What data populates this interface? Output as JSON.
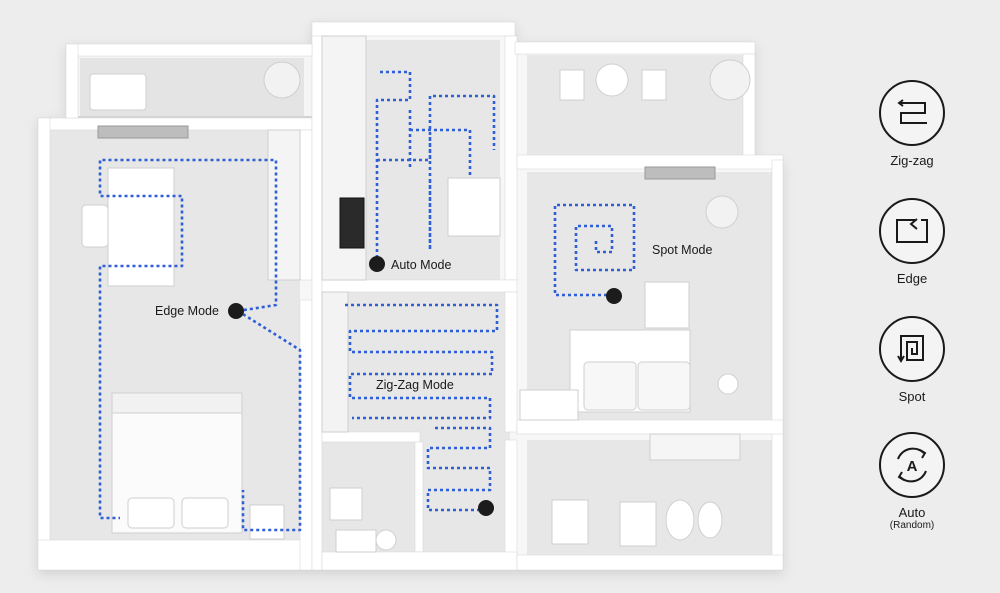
{
  "floor_plan": {
    "labels": {
      "edge_mode": "Edge Mode",
      "auto_mode": "Auto Mode",
      "zigzag_mode": "Zig-Zag Mode",
      "spot_mode": "Spot Mode"
    },
    "path_color": "#2f5fd6",
    "robot_color": "#1c1c1c",
    "wall_color": "#ffffff",
    "floor_color": "#e6e6e6"
  },
  "legend": {
    "items": [
      {
        "icon": "zig-zag-icon",
        "label": "Zig-zag",
        "sublabel": ""
      },
      {
        "icon": "edge-icon",
        "label": "Edge",
        "sublabel": ""
      },
      {
        "icon": "spot-icon",
        "label": "Spot",
        "sublabel": ""
      },
      {
        "icon": "auto-random-icon",
        "label": "Auto",
        "sublabel": "(Random)"
      }
    ]
  }
}
